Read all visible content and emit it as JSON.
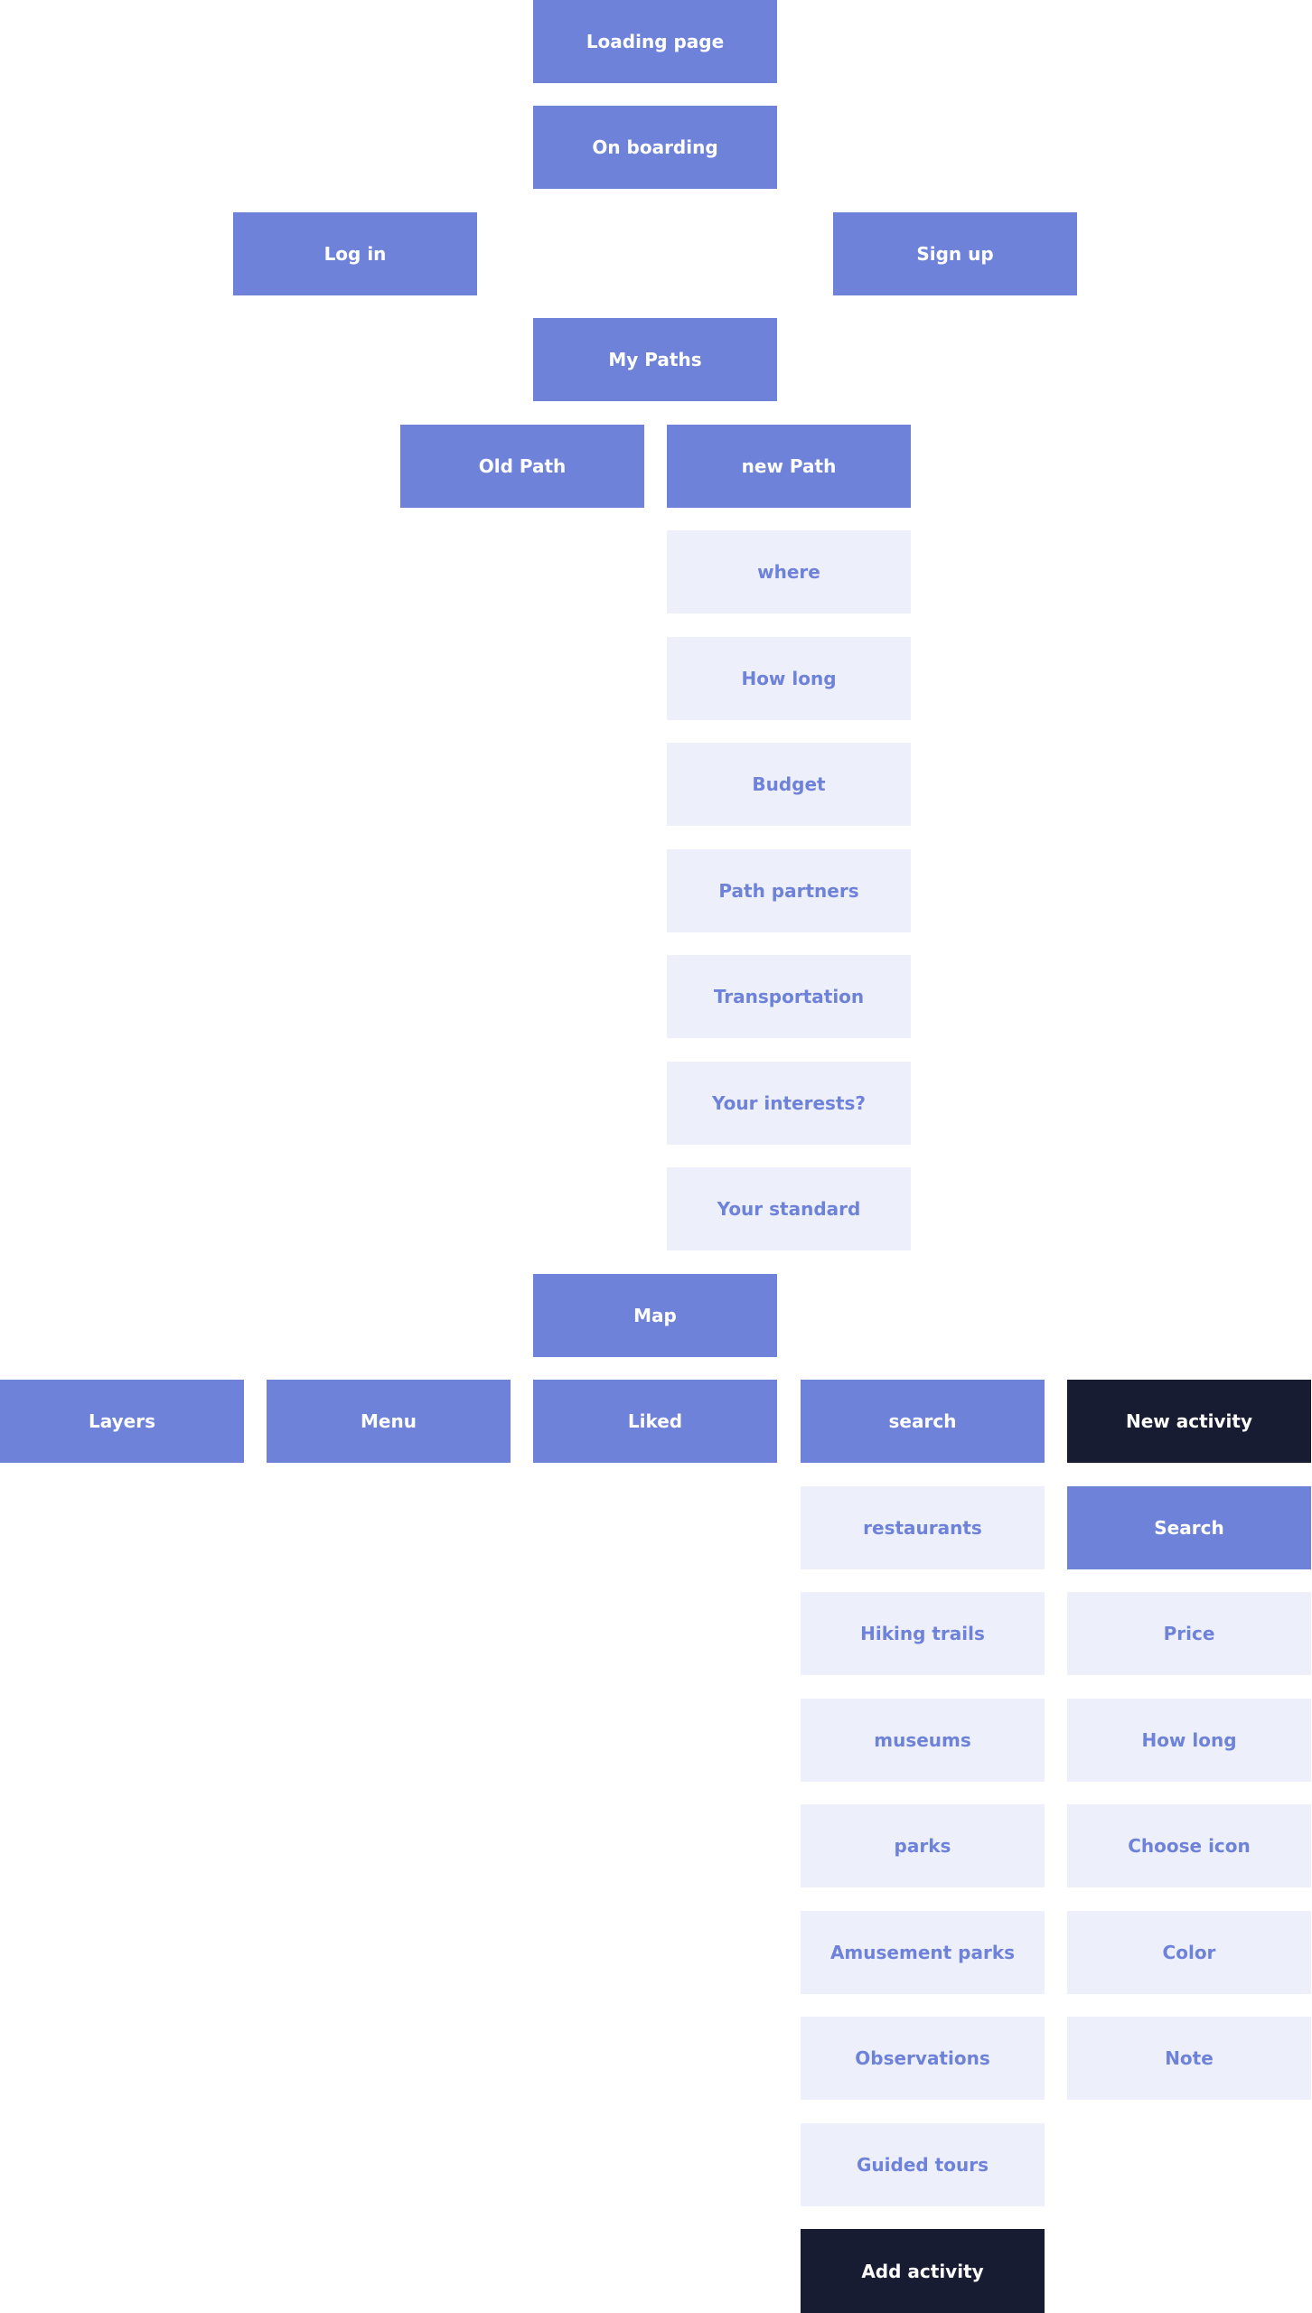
{
  "colors": {
    "primary": "#6e82da",
    "light": "#edf0fa",
    "light_text": "#6e82da",
    "dark": "#181c33",
    "background": "#ffffff"
  },
  "nodes": {
    "loading_page": "Loading page",
    "on_boarding": "On boarding",
    "log_in": "Log in",
    "sign_up": "Sign up",
    "my_paths": "My Paths",
    "old_path": "Old Path",
    "new_path": "new Path",
    "new_path_steps": [
      "where",
      "How long",
      "Budget",
      "Path partners",
      "Transportation",
      "Your interests?",
      "Your standard"
    ],
    "map": "Map",
    "map_children": [
      "Layers",
      "Menu",
      "Liked",
      "search",
      "New activity"
    ],
    "search_items": [
      "restaurants",
      "Hiking trails",
      "museums",
      "parks",
      "Amusement parks",
      "Observations",
      "Guided tours"
    ],
    "add_activity": "Add activity",
    "new_activity_search": "Search",
    "new_activity_fields": [
      "Price",
      "How long",
      "Choose icon",
      "Color",
      "Note"
    ]
  }
}
